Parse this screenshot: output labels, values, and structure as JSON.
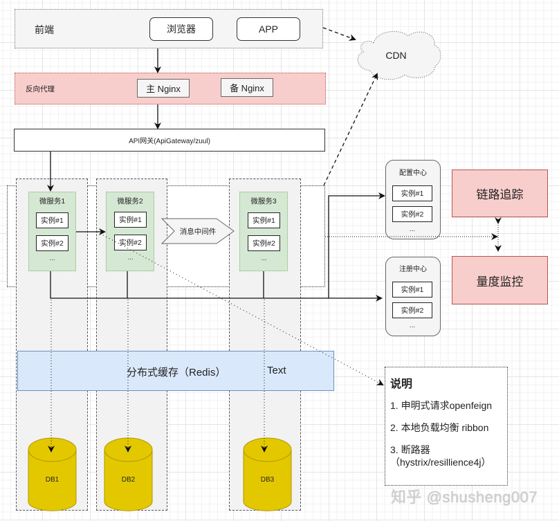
{
  "frontend": {
    "label": "前端",
    "browser": "浏览器",
    "app": "APP"
  },
  "cdn": {
    "label": "CDN"
  },
  "proxy": {
    "label": "反向代理",
    "primary": "主 Nginx",
    "backup": "备 Nginx"
  },
  "gateway": {
    "label": "API网关(ApiGateway/zuul)"
  },
  "services": [
    {
      "title": "微服务1",
      "instances": [
        "实例#1",
        "实例#2"
      ],
      "more": "...",
      "db": "DB1"
    },
    {
      "title": "微服务2",
      "instances": [
        "实例#1",
        "实例#2"
      ],
      "more": "...",
      "db": "DB2"
    },
    {
      "title": "微服务3",
      "instances": [
        "实例#1",
        "实例#2"
      ],
      "more": "...",
      "db": "DB3"
    }
  ],
  "mq": {
    "label": "消息中间件"
  },
  "config_center": {
    "title": "配置中心",
    "instances": [
      "实例#1",
      "实例#2"
    ],
    "more": "..."
  },
  "registry_center": {
    "title": "注册中心",
    "instances": [
      "实例#1",
      "实例#2"
    ],
    "more": "..."
  },
  "tracing": {
    "label": "链路追踪"
  },
  "monitoring": {
    "label": "量度监控"
  },
  "cache": {
    "label": "分布式缓存（Redis）",
    "extra": "Text"
  },
  "note": {
    "title": "说明",
    "items": [
      "1. 申明式请求openfeign",
      "2. 本地负载均衡 ribbon",
      "3. 断路器",
      "（hystrix/resillience4j）"
    ]
  },
  "watermark": "知乎 @shusheng007",
  "colors": {
    "proxy_fill": "#f8cecc",
    "service_fill": "#d5e8d4",
    "cache_fill": "#dae8fc",
    "db_fill": "#e3c800",
    "alert_fill": "#f8cecc"
  }
}
